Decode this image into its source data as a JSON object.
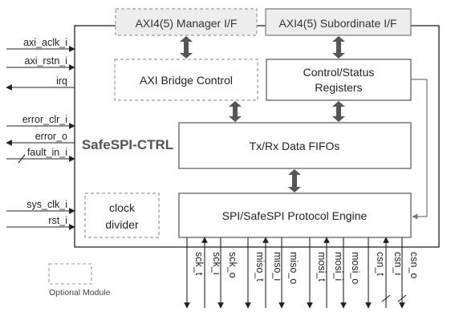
{
  "title": "SafeSPI-CTRL",
  "interfaces": {
    "manager": "AXI4(5) Manager I/F",
    "subordinate": "AXI4(5) Subordinate I/F"
  },
  "blocks": {
    "axi_bridge": "AXI Bridge Control",
    "control_status": [
      "Control/Status",
      "Registers"
    ],
    "fifos": "Tx/Rx Data FIFOs",
    "protocol_engine": "SPI/SafeSPI Protocol Engine",
    "clock_divider": [
      "clock",
      "divider"
    ]
  },
  "left_signals": [
    {
      "label": "axi_aclk_i",
      "dir": "in",
      "bus": false
    },
    {
      "label": "axi_rstn_i",
      "dir": "in",
      "bus": false
    },
    {
      "label": "irq",
      "dir": "out",
      "bus": false
    },
    {
      "label": "error_clr_i",
      "dir": "in",
      "bus": false
    },
    {
      "label": "error_o",
      "dir": "out",
      "bus": false
    },
    {
      "label": "fault_in_i",
      "dir": "in",
      "bus": true
    },
    {
      "label": "sys_clk_i",
      "dir": "in",
      "bus": false
    },
    {
      "label": "rst_i",
      "dir": "in",
      "bus": false
    }
  ],
  "bottom_signals": [
    {
      "label": "sck_t",
      "dir": "out",
      "bus": false
    },
    {
      "label": "sck_i",
      "dir": "in",
      "bus": false
    },
    {
      "label": "sck_o",
      "dir": "out",
      "bus": false
    },
    {
      "label": "miso_t",
      "dir": "out",
      "bus": false
    },
    {
      "label": "miso_i",
      "dir": "in",
      "bus": false
    },
    {
      "label": "miso_o",
      "dir": "out",
      "bus": false
    },
    {
      "label": "mosi_t",
      "dir": "out",
      "bus": false
    },
    {
      "label": "mosi_i",
      "dir": "in",
      "bus": false
    },
    {
      "label": "mosi_o",
      "dir": "out",
      "bus": false
    },
    {
      "label": "csn_t",
      "dir": "out",
      "bus": false
    },
    {
      "label": "csn_i",
      "dir": "in",
      "bus": true
    },
    {
      "label": "csn_o",
      "dir": "out",
      "bus": true
    }
  ],
  "legend": {
    "optional": "Optional Module"
  },
  "colors": {
    "line": "#222222",
    "dashed": "#9a9a9a",
    "interface_fill": "#ededed",
    "arrow": "#555555",
    "title": "#555555"
  }
}
